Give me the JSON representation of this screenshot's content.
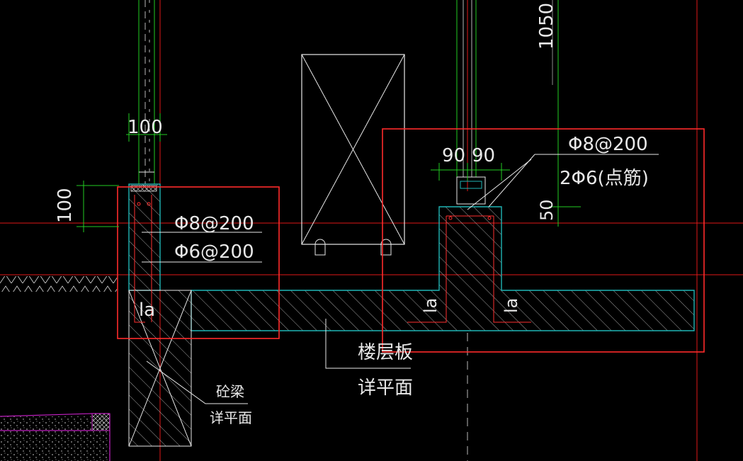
{
  "colors": {
    "background": "#000000",
    "axis_red": "#e01818",
    "callout_box": "#ff2a2a",
    "dimension_green": "#22cc22",
    "outline_cyan": "#1fb5b5",
    "linework_white": "#e8e8e8",
    "boundary_magenta": "#c020c0",
    "rebar_red": "#ff3030"
  },
  "labels": {
    "dim_top": "1050",
    "dim_col_width": "100",
    "dim_slab_height": "100",
    "dim_90_a": "90",
    "dim_90_b": "90",
    "dim_50": "50",
    "rebar_left_top": "Φ8@200",
    "rebar_left_bottom": "Φ6@200",
    "rebar_right_top": "Φ8@200",
    "rebar_right_bottom": "2Φ6(点筋)",
    "la_left": "la",
    "la_right_a": "la",
    "la_right_b": "la",
    "note_slab_line1": "楼层板",
    "note_slab_line2": "详平面",
    "note_beam_line1": "砼梁",
    "note_beam_line2": "详平面"
  }
}
